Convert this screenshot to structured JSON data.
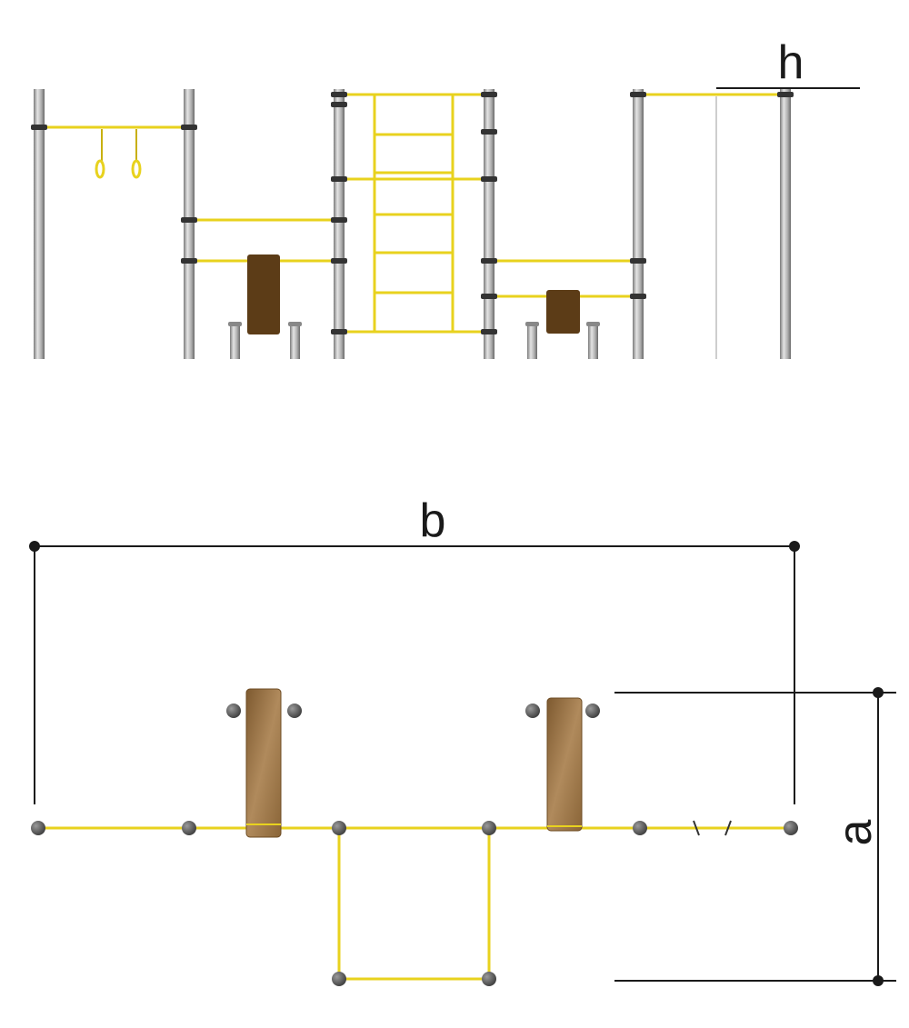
{
  "labels": {
    "height": "h",
    "width": "b",
    "depth": "a"
  },
  "colors": {
    "rail": "#e8d21e",
    "rail_dark": "#b8a010",
    "post_light": "#d6d6d6",
    "post_mid": "#a9a9a9",
    "post_dark": "#6f6f6f",
    "clamp": "#333333",
    "bench_elevation": "#5c3c17",
    "bench_plan": "#9b7547",
    "dimension_line": "#1a1a1a",
    "post_dot": "#555555"
  }
}
